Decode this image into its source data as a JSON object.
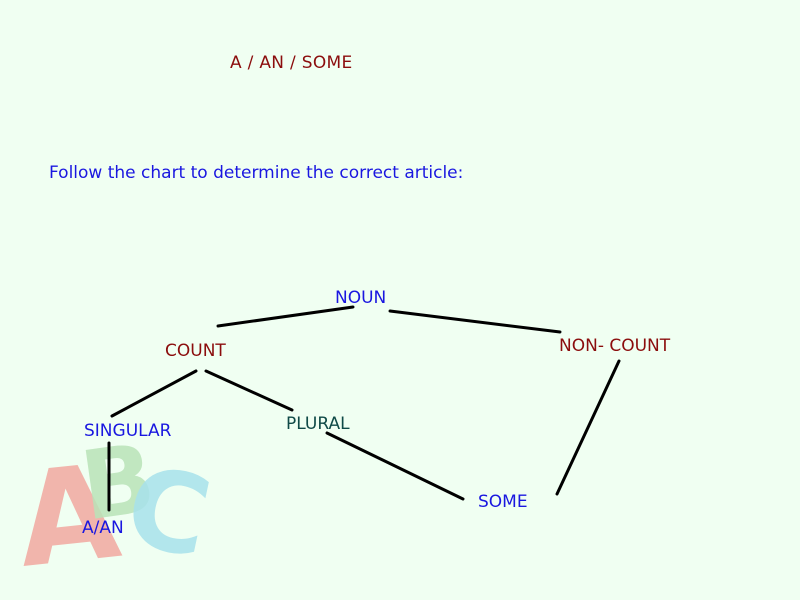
{
  "title": "A / AN / SOME",
  "instruction": "Follow the chart to determine the correct article:",
  "diagram": {
    "noun": "NOUN",
    "count": "COUNT",
    "non_count": "NON- COUNT",
    "singular": "SINGULAR",
    "plural": "PLURAL",
    "a_an": "A/AN",
    "some": "SOME"
  },
  "logo": {
    "letters": [
      "A",
      "B",
      "C"
    ],
    "colors": [
      "#f2a9a0",
      "#b9e3b8",
      "#a8e2ec"
    ]
  },
  "colors": {
    "background": "#f0fff2",
    "blue_text": "#1a17e0",
    "red_text": "#8b0d0d",
    "teal_text": "#0f4a47"
  }
}
